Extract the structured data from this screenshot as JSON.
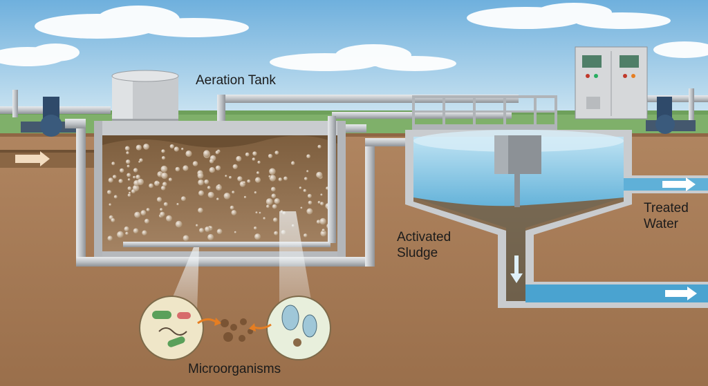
{
  "labels": {
    "aeration_tank": "Aeration Tank",
    "activated_sludge": [
      "Activated",
      "Sludge"
    ],
    "treated_water": [
      "Treated",
      "Water"
    ],
    "microorganisms": "Microorganisms"
  },
  "colors": {
    "sky": "#9cc8e4",
    "grass": "#7fb06a",
    "soil": "#a57a55",
    "soil_dark": "#8f6644",
    "tank_wall": "#c9cccf",
    "mixed_liquor": "#8a6a48",
    "clear_water": "#4aa3d0",
    "pipe": "#c3c7cb",
    "pump": "#2f4a6a",
    "flow_arrow": "#f2dcc0"
  },
  "icons": {
    "inflow": "arrow-right-icon",
    "outflow": "arrow-right-icon",
    "pump": "pump-icon",
    "control_panel": "control-panel-icon"
  }
}
